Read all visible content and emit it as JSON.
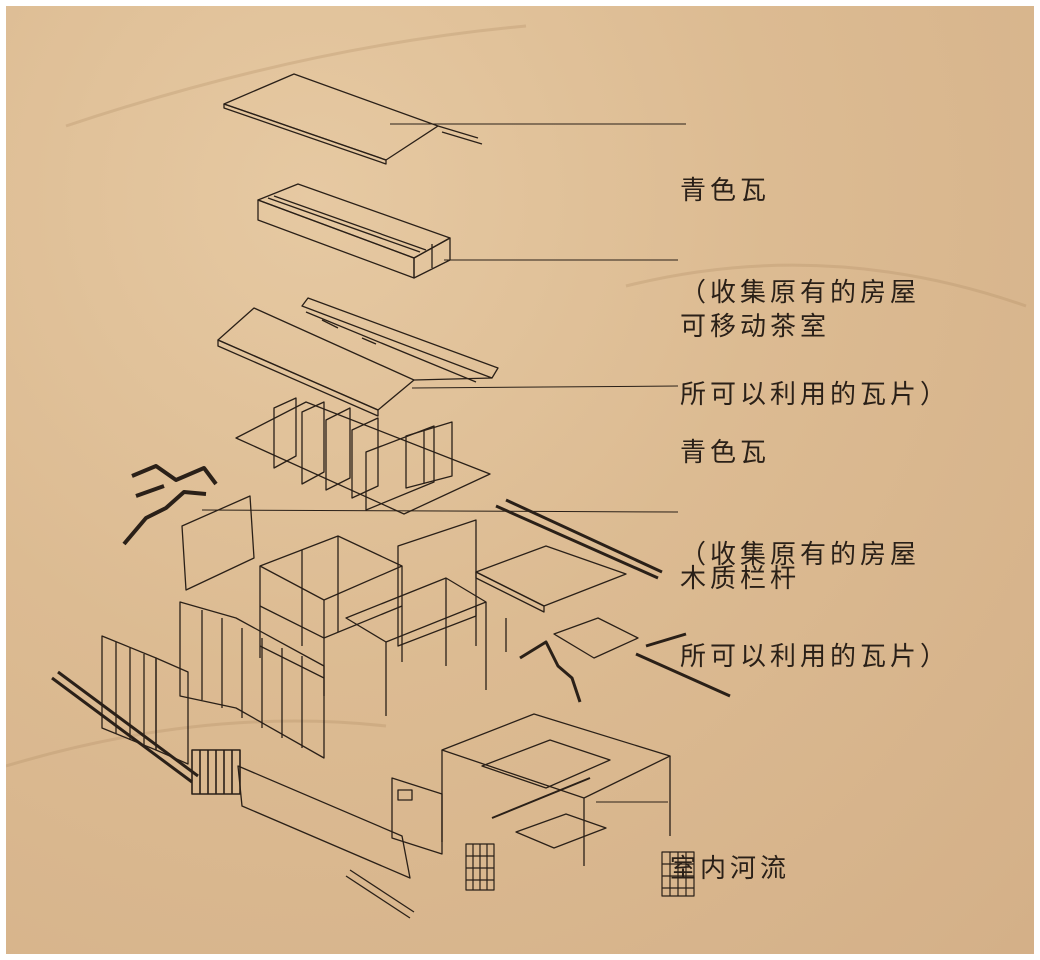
{
  "colors": {
    "paper": "#dcbb92",
    "ink": "#2a2018",
    "frame": "#ffffff"
  },
  "labels": {
    "roof_tile_top": {
      "line1": "青色瓦",
      "line2": "（收集原有的房屋",
      "line3": "所可以利用的瓦片）"
    },
    "tea_room": "可移动茶室",
    "roof_tile_mid": {
      "line1": "青色瓦",
      "line2": "（收集原有的房屋",
      "line3": "所可以利用的瓦片）"
    },
    "railing": "木质栏杆",
    "indoor_river": "室内河流"
  }
}
